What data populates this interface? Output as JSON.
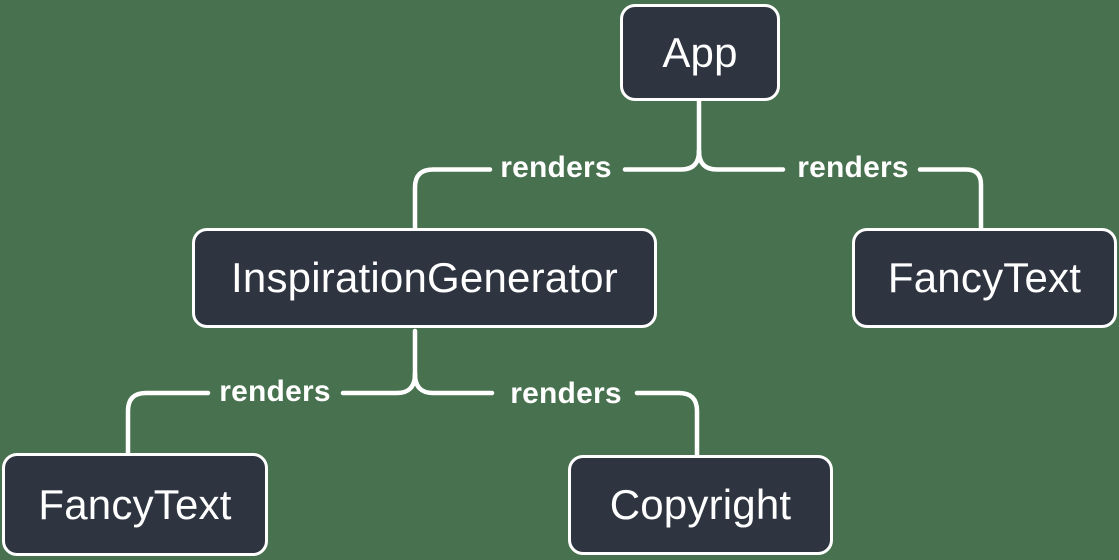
{
  "diagram": {
    "type": "render-tree",
    "colors": {
      "background": "#48714F",
      "node_fill": "#2E3440",
      "line_and_text": "#FFFFFF"
    },
    "nodes": [
      {
        "id": "app",
        "label": "App"
      },
      {
        "id": "inspiration-generator",
        "label": "InspirationGenerator"
      },
      {
        "id": "fancy-text-top",
        "label": "FancyText"
      },
      {
        "id": "fancy-text-bottom",
        "label": "FancyText"
      },
      {
        "id": "copyright",
        "label": "Copyright"
      }
    ],
    "edges": [
      {
        "from": "App",
        "to": "InspirationGenerator",
        "label": "renders"
      },
      {
        "from": "App",
        "to": "FancyText",
        "label": "renders"
      },
      {
        "from": "InspirationGenerator",
        "to": "FancyText",
        "label": "renders"
      },
      {
        "from": "InspirationGenerator",
        "to": "Copyright",
        "label": "renders"
      }
    ]
  }
}
